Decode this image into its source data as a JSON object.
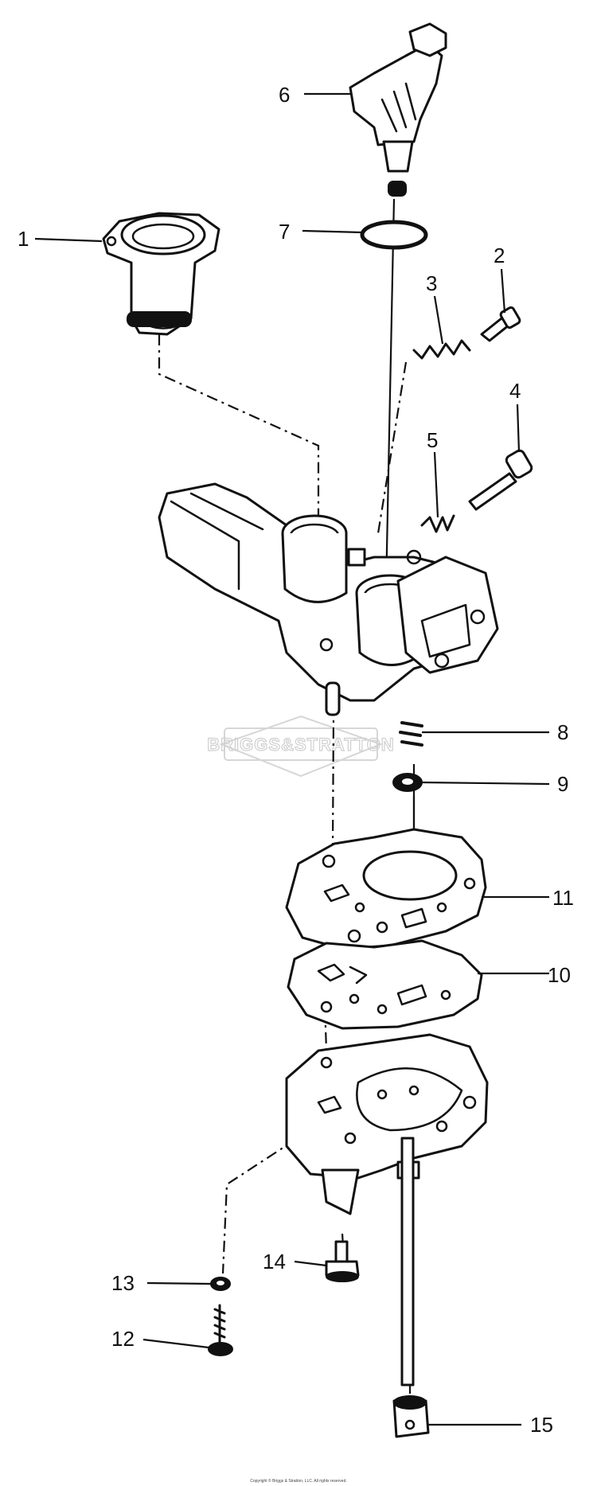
{
  "diagram": {
    "callouts": [
      "1",
      "2",
      "3",
      "4",
      "5",
      "6",
      "7",
      "8",
      "9",
      "10",
      "11",
      "12",
      "13",
      "14",
      "15"
    ]
  },
  "watermark": {
    "text": "BRIGGS&STRATTON"
  },
  "footer": {
    "copyright": "Copyright © Briggs & Stratton, LLC. All rights reserved."
  }
}
